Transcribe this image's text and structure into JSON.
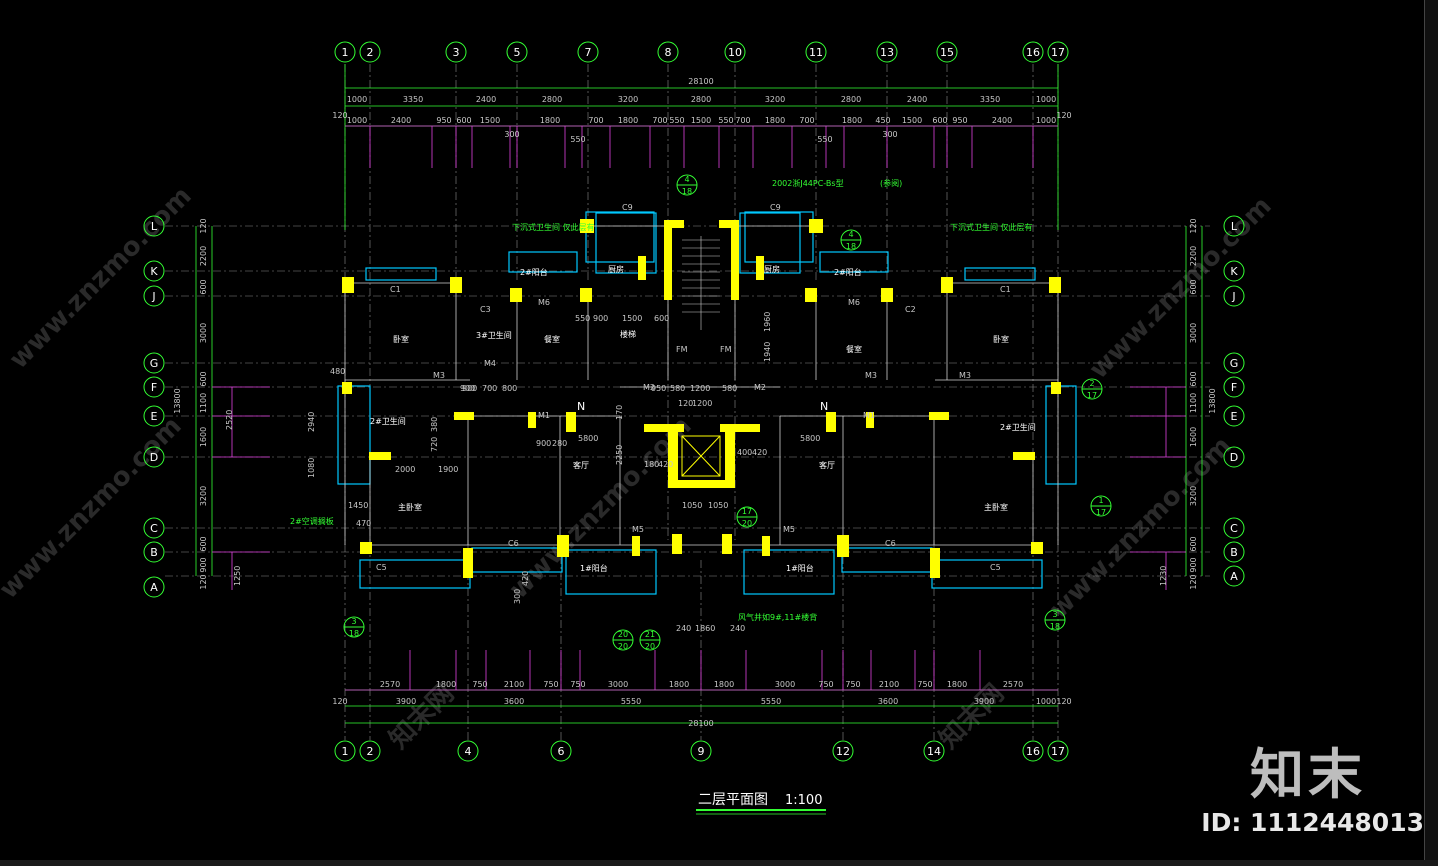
{
  "drawing": {
    "title": "二层平面图",
    "scale": "1:100"
  },
  "axes": {
    "top": [
      "1",
      "2",
      "3",
      "5",
      "7",
      "8",
      "10",
      "11",
      "13",
      "15",
      "16",
      "17"
    ],
    "bottom": [
      "1",
      "2",
      "4",
      "6",
      "9",
      "12",
      "14",
      "16",
      "17"
    ],
    "left": [
      "L",
      "K",
      "J",
      "G",
      "F",
      "E",
      "D",
      "C",
      "B",
      "A"
    ],
    "right": [
      "L",
      "K",
      "J",
      "G",
      "F",
      "E",
      "D",
      "C",
      "B",
      "A"
    ]
  },
  "dimensions": {
    "overall_top": "28100",
    "overall_bottom": "28100",
    "top_row1": [
      "1000",
      "3350",
      "2400",
      "2800",
      "3200",
      "2800",
      "3200",
      "2800",
      "2400",
      "3350",
      "1000"
    ],
    "top_row2": [
      "1000",
      "2400",
      "950",
      "600",
      "1500",
      "300",
      "1800",
      "700",
      "1800",
      "700",
      "550",
      "1500",
      "550",
      "700",
      "1800",
      "700",
      "1800",
      "300",
      "1500",
      "600",
      "450",
      "950",
      "2400",
      "1000"
    ],
    "top_misc": [
      "120",
      "120",
      "550",
      "550",
      "300",
      "300"
    ],
    "bottom_row1": [
      "2570",
      "1800",
      "750",
      "2100",
      "750",
      "750",
      "3000",
      "1800",
      "1800",
      "3000",
      "750",
      "750",
      "2100",
      "750",
      "1800",
      "2570"
    ],
    "bottom_row2": [
      "120",
      "3900",
      "3600",
      "5550",
      "5550",
      "3600",
      "3900",
      "1000",
      "120"
    ],
    "left_col": [
      "120",
      "2200",
      "600",
      "3000",
      "600",
      "1100",
      "1600",
      "3200",
      "600",
      "900",
      "120"
    ],
    "left_total": "13800",
    "right_col": [
      "120",
      "2200",
      "600",
      "3000",
      "600",
      "1100",
      "1600",
      "3200",
      "600",
      "900",
      "120"
    ],
    "right_total": "13800",
    "inner": [
      "2000",
      "1900",
      "900",
      "280",
      "5800",
      "5800",
      "1450",
      "470",
      "2940",
      "1080",
      "2520",
      "2250",
      "1050",
      "1050",
      "180",
      "420",
      "400",
      "420",
      "1860",
      "240",
      "240",
      "900",
      "1200",
      "1500",
      "600",
      "550",
      "900",
      "950",
      "580",
      "1200",
      "580",
      "120",
      "170",
      "1960",
      "1940",
      "1250",
      "1230",
      "420",
      "300",
      "480",
      "720",
      "380",
      "900",
      "700",
      "800"
    ]
  },
  "rooms": [
    "卧室",
    "餐室",
    "2#卫生间",
    "3#卫生间",
    "2#阳台",
    "1#阳台",
    "客厅",
    "主卧室",
    "厨房",
    "楼梯",
    "卧室",
    "餐室",
    "2#阳台",
    "1#阳台",
    "客厅",
    "主卧室",
    "厨房",
    "2#卫生间"
  ],
  "annotations": [
    "下沉式卫生间 仅此层有",
    "2002浙J44PC-Bs型",
    "(参阅)",
    "2#空调搁板",
    "风气井如9#,11#楼背",
    "4",
    "18",
    "4",
    "18",
    "3",
    "18",
    "3",
    "18",
    "1",
    "17",
    "2",
    "17",
    "17",
    "20",
    "20",
    "20",
    "21",
    "20",
    "N",
    "N",
    "C1",
    "C1",
    "C2",
    "C3",
    "C5",
    "C5",
    "C6",
    "C6",
    "C9",
    "C9",
    "M3",
    "M3",
    "M4",
    "M5",
    "M5",
    "M6",
    "M6",
    "FM",
    "FM",
    "M3",
    "M2",
    "M1",
    "M2",
    "M1"
  ],
  "brand": "知末",
  "image_id": "ID: 1112448013",
  "watermark": "www.znzmo.com",
  "watermark_cn": "知末网",
  "colors": {
    "background": "#000000",
    "axis": "#33ff33",
    "dimension": "#e040e0",
    "wall": "#ffff00",
    "window": "#00c8ff",
    "text": "#ffffff"
  }
}
